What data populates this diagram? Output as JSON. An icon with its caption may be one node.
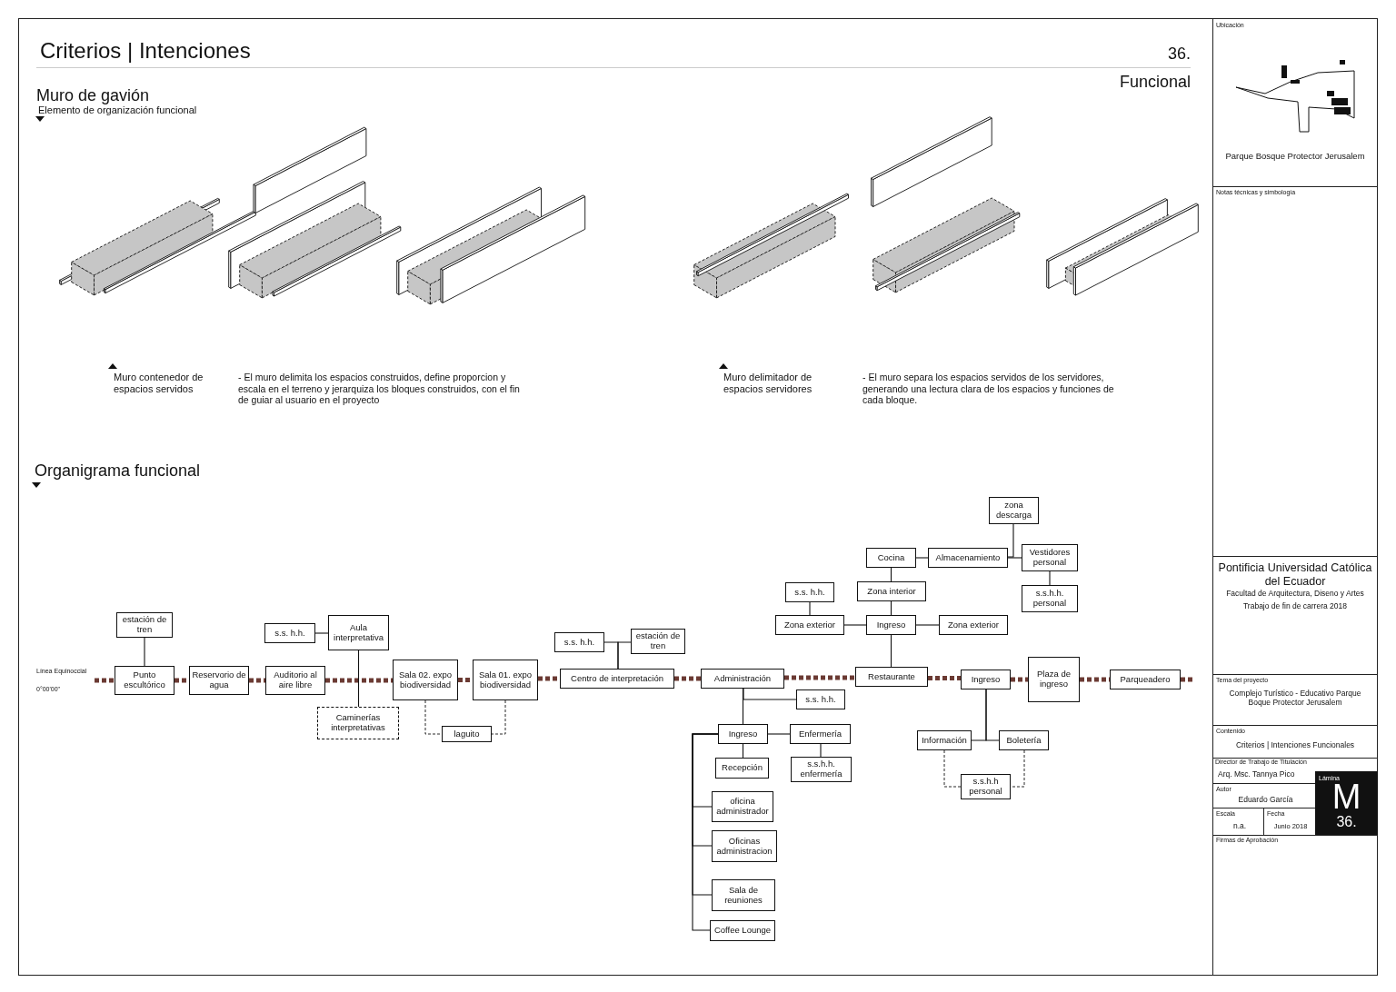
{
  "diagram": {
    "title": "Criterios | Intenciones",
    "nodes": [
      {
        "text": [
          "estación de tren"
        ]
      },
      {
        "text": [
          "Punto escultórico"
        ]
      },
      {
        "text": [
          "Reservorio de agua"
        ]
      },
      {
        "text": [
          "Auditorio al aire libre"
        ]
      },
      {
        "text": [
          "s.s. h.h."
        ]
      },
      {
        "text": [
          "Aula interpretativa"
        ]
      },
      {
        "text": [
          "Caminerías interpretativas"
        ]
      },
      {
        "text": [
          "Sala 02. expo biodiversidad"
        ]
      },
      {
        "text": [
          "Sala 01. expo biodiversidad"
        ]
      },
      {
        "text": [
          "laguito"
        ]
      },
      {
        "text": [
          "s.s. h.h."
        ]
      },
      {
        "text": [
          "estación de tren"
        ]
      },
      {
        "text": [
          "Centro de interpretación"
        ]
      },
      {
        "text": [
          "Administración"
        ]
      },
      {
        "text": [
          "s.s. h.h."
        ]
      },
      {
        "text": [
          "Ingreso"
        ]
      },
      {
        "text": [
          "Enfermería"
        ]
      },
      {
        "text": [
          "Recepción"
        ]
      },
      {
        "text": [
          "s.s.h.h. enfermería"
        ]
      },
      {
        "text": [
          "oficina administrador"
        ]
      },
      {
        "text": [
          "Oficinas administracion"
        ]
      },
      {
        "text": [
          "Sala de reuniones"
        ]
      },
      {
        "text": [
          "Coffee Lounge"
        ]
      },
      {
        "text": [
          "Cocina"
        ]
      },
      {
        "text": [
          "Almacenamiento"
        ]
      },
      {
        "text": [
          "zona descarga"
        ]
      },
      {
        "text": [
          "Vestidores personal"
        ]
      },
      {
        "text": [
          "s.s.h.h. personal"
        ]
      },
      {
        "text": [
          "s.s. h.h."
        ]
      },
      {
        "text": [
          "Zona interior"
        ]
      },
      {
        "text": [
          "Zona exterior"
        ]
      },
      {
        "text": [
          "Ingreso"
        ]
      },
      {
        "text": [
          "Zona exterior"
        ]
      },
      {
        "text": [
          "Restaurante"
        ]
      },
      {
        "text": [
          "Ingreso"
        ]
      },
      {
        "text": [
          "Plaza de ingreso"
        ]
      },
      {
        "text": [
          "Parqueadero"
        ]
      },
      {
        "text": [
          "Información"
        ]
      },
      {
        "text": [
          "Boletería"
        ]
      },
      {
        "text": [
          "s.s.h.h personal"
        ]
      },
      {
        "text": [
          "Línea Equinoccial",
          "0°00'00\""
        ]
      }
    ],
    "edges": [
      {
        "from": 40,
        "to": 1,
        "arrow": "none",
        "style": "dashed",
        "color": "#6b3a33"
      },
      {
        "from": 1,
        "to": 2,
        "arrow": "none",
        "style": "dashed",
        "color": "#6b3a33"
      },
      {
        "from": 2,
        "to": 3,
        "arrow": "none",
        "style": "dashed",
        "color": "#6b3a33"
      },
      {
        "from": 3,
        "to": 7,
        "arrow": "none",
        "style": "dashed",
        "color": "#6b3a33"
      },
      {
        "from": 7,
        "to": 8,
        "arrow": "none",
        "style": "dashed",
        "color": "#6b3a33"
      },
      {
        "from": 8,
        "to": 12,
        "arrow": "none",
        "style": "dashed",
        "color": "#6b3a33"
      },
      {
        "from": 12,
        "to": 13,
        "arrow": "none",
        "style": "dashed",
        "color": "#6b3a33"
      },
      {
        "from": 13,
        "to": 33,
        "arrow": "none",
        "style": "dashed",
        "color": "#6b3a33"
      },
      {
        "from": 33,
        "to": 34,
        "arrow": "none",
        "style": "dashed",
        "color": "#6b3a33"
      },
      {
        "from": 34,
        "to": 35,
        "arrow": "none",
        "style": "dashed",
        "color": "#6b3a33"
      },
      {
        "from": 35,
        "to": 36,
        "arrow": "none",
        "style": "dashed",
        "color": "#6b3a33"
      },
      {
        "from": 36,
        "to": null,
        "arrow": "none",
        "style": "dashed",
        "color": "#6b3a33"
      },
      {
        "from": 0,
        "to": 1,
        "arrow": "none"
      },
      {
        "from": 4,
        "to": 5,
        "arrow": "none"
      },
      {
        "from": 5,
        "to": 6,
        "arrow": "none"
      },
      {
        "from": 7,
        "to": 9,
        "arrow": "none",
        "style": "dashed"
      },
      {
        "from": 8,
        "to": 9,
        "arrow": "none",
        "style": "dashed"
      },
      {
        "from": 12,
        "to": 10,
        "arrow": "none"
      },
      {
        "from": 12,
        "to": 11,
        "arrow": "none"
      },
      {
        "from": 13,
        "to": 14,
        "arrow": "none"
      },
      {
        "from": 13,
        "to": 15,
        "arrow": "none"
      },
      {
        "from": 15,
        "to": 16,
        "arrow": "none"
      },
      {
        "from": 15,
        "to": 17,
        "arrow": "none"
      },
      {
        "from": 15,
        "to": 19,
        "arrow": "none"
      },
      {
        "from": 15,
        "to": 20,
        "arrow": "none"
      },
      {
        "from": 15,
        "to": 21,
        "arrow": "none"
      },
      {
        "from": 15,
        "to": 22,
        "arrow": "none"
      },
      {
        "from": 16,
        "to": 18,
        "arrow": "none"
      },
      {
        "from": 31,
        "to": 29,
        "arrow": "none"
      },
      {
        "from": 29,
        "to": 23,
        "arrow": "none"
      },
      {
        "from": 23,
        "to": 24,
        "arrow": "none"
      },
      {
        "from": 24,
        "to": 25,
        "arrow": "none"
      },
      {
        "from": 24,
        "to": 26,
        "arrow": "none"
      },
      {
        "from": 26,
        "to": 27,
        "arrow": "none"
      },
      {
        "from": 30,
        "to": 28,
        "arrow": "none"
      },
      {
        "from": 31,
        "to": 30,
        "arrow": "none"
      },
      {
        "from": 31,
        "to": 32,
        "arrow": "none"
      },
      {
        "from": 31,
        "to": 33,
        "arrow": "none"
      },
      {
        "from": 34,
        "to": 37,
        "arrow": "none"
      },
      {
        "from": 34,
        "to": 38,
        "arrow": "none"
      },
      {
        "from": 37,
        "to": 39,
        "arrow": "none",
        "style": "dashed"
      },
      {
        "from": 38,
        "to": 39,
        "arrow": "none",
        "style": "dashed"
      }
    ],
    "labels": [
      "36.",
      "Funcional",
      "Muro de gavión",
      "Elemento de organización funcional",
      "Muro contenedor de espacios servidos",
      "- El muro delimita los espacios construidos, define proporcion y escala en el terreno y jerarquiza los bloques construidos, con el fin de guiar al usuario en el proyecto",
      "Muro delimitador de espacios servidores",
      "- El muro separa los espacios servidos de los servidores, generando una lectura clara de los espacios y funciones de cada bloque.",
      "Organigrama funcional",
      "Ubicación",
      "Parque Bosque Protector Jerusalem",
      "Notas técnicas y simbología",
      "Pontificia Universidad Católica del Ecuador",
      "Facultad de Arquitectura, Diseno y Artes",
      "Trabajo de fin de carrera 2018",
      "Tema del proyecto",
      "Complejo Turístico - Educativo Parque Boque Protector Jerusalem",
      "Contenido",
      "Criterios | Intenciones Funcionales",
      "Director de Trabajo de Titulación",
      "Arq. Msc. Tannya Pico",
      "Lámina",
      "M",
      "36.",
      "Autor",
      "Eduardo García",
      "Escala",
      "Fecha",
      "n.a.",
      "Junio 2018",
      "Firmas de Aprobación"
    ]
  }
}
